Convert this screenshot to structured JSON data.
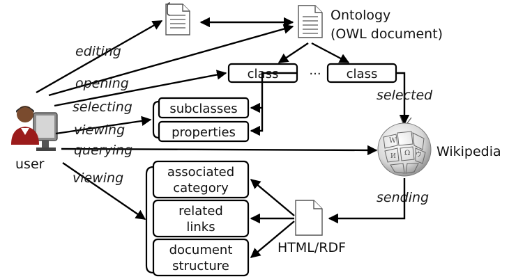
{
  "nodes": {
    "ontology": {
      "line1": "Ontology",
      "line2": "(OWL document)"
    },
    "class_left": "class",
    "class_ellipsis": "···",
    "class_right": "class",
    "subclasses": "subclasses",
    "properties": "properties",
    "user": "user",
    "wikipedia": "Wikipedia",
    "associated_category": {
      "line1": "associated",
      "line2": "category"
    },
    "related_links": {
      "line1": "related",
      "line2": "links"
    },
    "document_structure": {
      "line1": "document",
      "line2": "structure"
    },
    "html_rdf": "HTML/RDF"
  },
  "edges": {
    "editing": "editing",
    "opening": "opening",
    "selecting": "selecting",
    "viewing_top": "viewing",
    "querying": "querying",
    "viewing_bottom": "viewing",
    "selected": "selected",
    "sending": "sending"
  },
  "icons": {
    "document_top": "document-icon",
    "ontology_doc": "document-icon",
    "html_doc": "document-icon",
    "user": "user-computer-icon",
    "wikipedia": "wikipedia-globe-icon"
  }
}
